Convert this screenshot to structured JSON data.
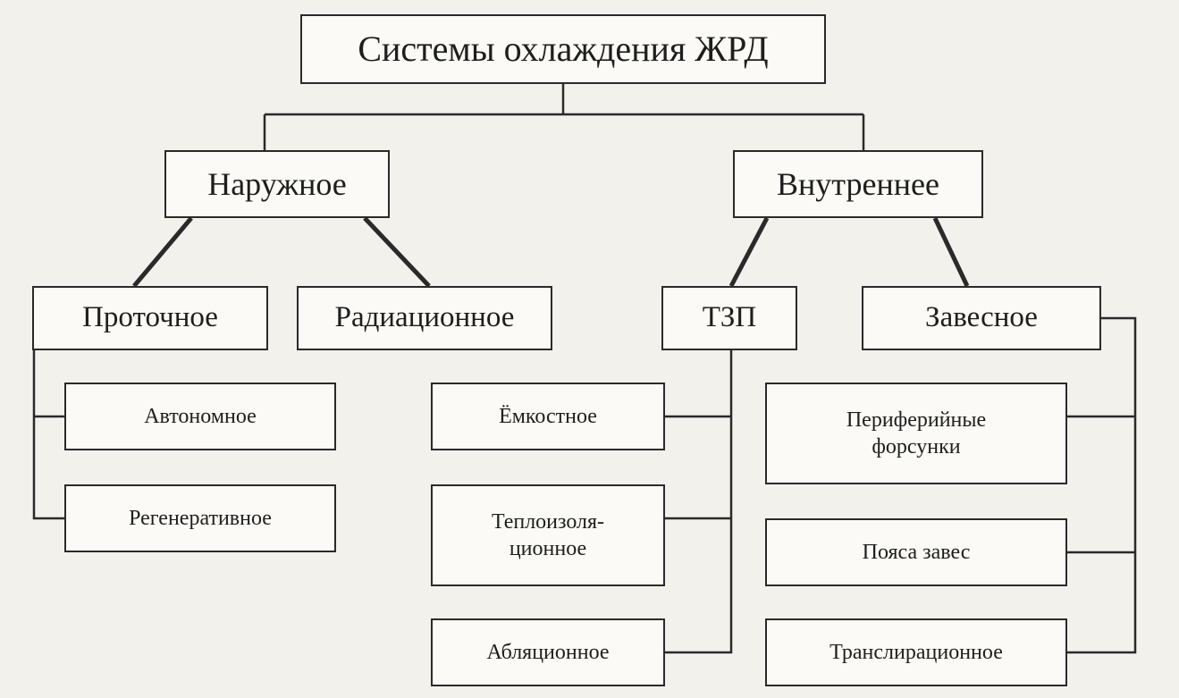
{
  "diagram": {
    "root": "Системы охлаждения ЖРД",
    "external": {
      "label": "Наружное",
      "flow": {
        "label": "Проточное",
        "items": [
          "Автономное",
          "Регенеративное"
        ]
      },
      "radiation": {
        "label": "Радиационное"
      }
    },
    "internal": {
      "label": "Внутреннее",
      "tzp": {
        "label": "ТЗП",
        "items": [
          "Ёмкостное",
          "Теплоизоля-\nционное",
          "Абляционное"
        ]
      },
      "curtain": {
        "label": "Завесное",
        "items": [
          "Периферийные\nфорсунки",
          "Пояса завес",
          "Транслирационное"
        ]
      }
    }
  }
}
